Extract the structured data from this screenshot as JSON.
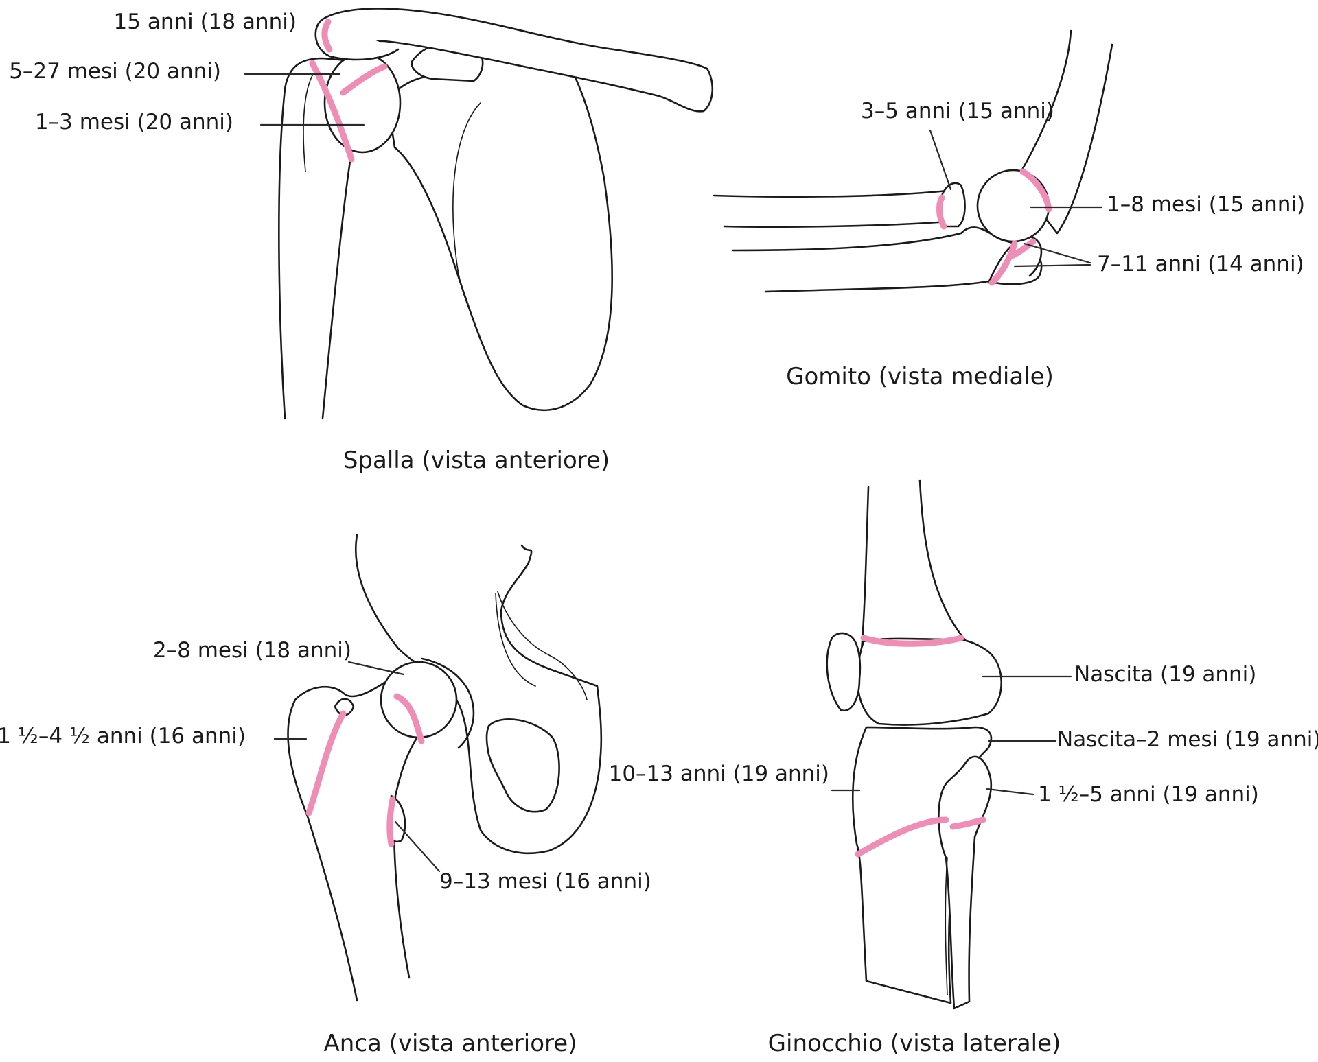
{
  "panels": {
    "shoulder": {
      "title": "Spalla (vista anteriore)",
      "labels": [
        "15 anni (18 anni)",
        "5–27 mesi (20 anni)",
        "1–3 mesi (20 anni)"
      ]
    },
    "elbow": {
      "title": "Gomito (vista mediale)",
      "labels": [
        "3–5 anni (15 anni)",
        "1–8 mesi (15 anni)",
        "7–11 anni (14 anni)"
      ]
    },
    "hip": {
      "title": "Anca (vista anteriore)",
      "labels": [
        "2–8 mesi (18 anni)",
        "1 ½–4 ½ anni (16 anni)",
        "9–13 mesi (16 anni)"
      ]
    },
    "knee": {
      "title": "Ginocchio (vista laterale)",
      "labels": [
        "Nascita (19 anni)",
        "Nascita–2 mesi (19 anni)",
        "10–13 anni (19 anni)",
        "1 ½–5 anni (19 anni)"
      ]
    }
  },
  "colors": {
    "growth_plate": "#f08db7",
    "outline": "#1a1a1a"
  }
}
